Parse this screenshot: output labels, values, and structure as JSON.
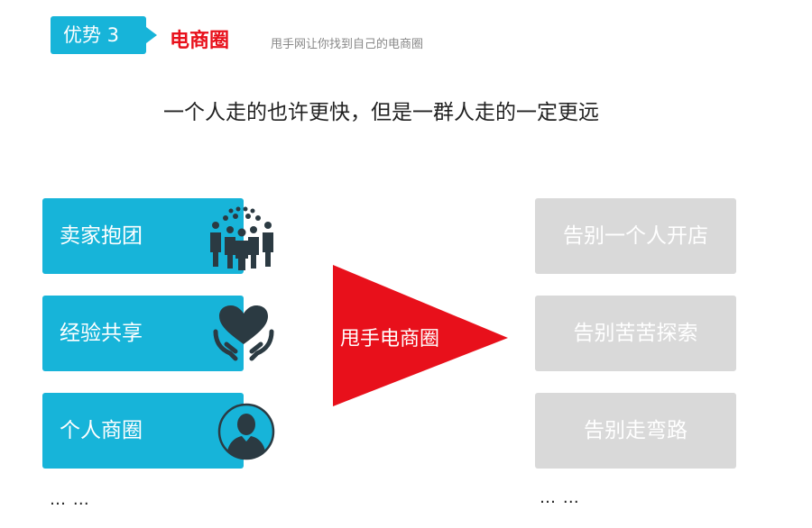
{
  "header": {
    "tag_label": "优势 3",
    "title": "电商圈",
    "subtitle": "甩手网让你找到自己的电商圈"
  },
  "slogan": "一个人走的也许更快，但是一群人走的一定更远",
  "left_items": [
    {
      "label": "卖家抱团",
      "icon": "group-people-icon"
    },
    {
      "label": "经验共享",
      "icon": "heart-hands-icon"
    },
    {
      "label": "个人商圈",
      "icon": "person-avatar-icon"
    }
  ],
  "center_label": "甩手电商圈",
  "right_items": [
    {
      "label": "告别一个人开店"
    },
    {
      "label": "告别苦苦探索"
    },
    {
      "label": "告别走弯路"
    }
  ],
  "ellipsis_left": "… …",
  "ellipsis_right": "… …",
  "colors": {
    "accent_blue": "#17b4d9",
    "accent_red": "#e8101b",
    "muted_gray": "#d9d9d9",
    "icon_dark": "#2b3a42"
  }
}
